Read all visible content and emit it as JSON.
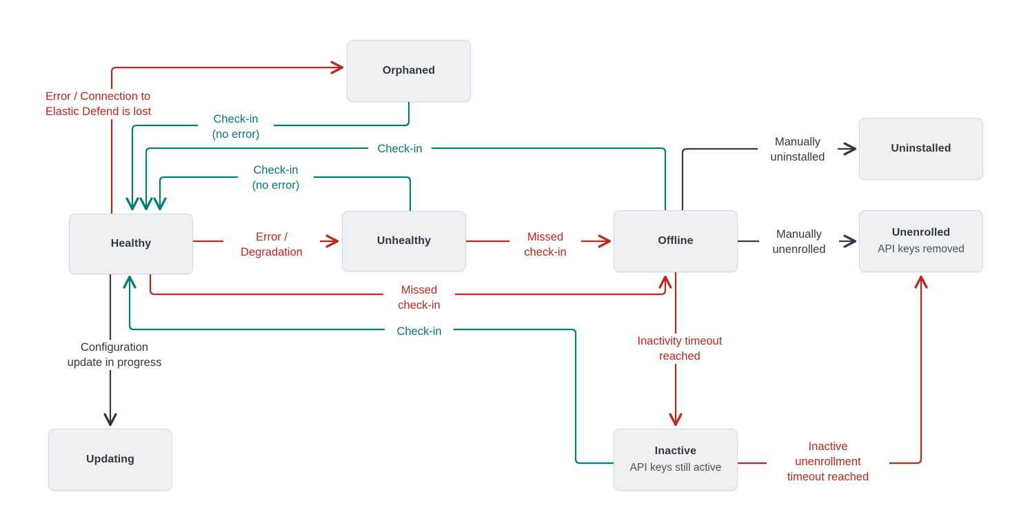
{
  "diagram": {
    "title": "Elastic Agent status state diagram",
    "colors": {
      "red": "#bd271e",
      "green": "#017d73",
      "black": "#343741",
      "node_fill": "#eef0f1",
      "node_border": "#d3dae6",
      "background": "#ffffff"
    },
    "nodes": [
      {
        "id": "orphaned",
        "title": "Orphaned",
        "subtitle": ""
      },
      {
        "id": "healthy",
        "title": "Healthy",
        "subtitle": ""
      },
      {
        "id": "unhealthy",
        "title": "Unhealthy",
        "subtitle": ""
      },
      {
        "id": "offline",
        "title": "Offline",
        "subtitle": ""
      },
      {
        "id": "uninstalled",
        "title": "Uninstalled",
        "subtitle": ""
      },
      {
        "id": "unenrolled",
        "title": "Unenrolled",
        "subtitle": "API keys removed"
      },
      {
        "id": "inactive",
        "title": "Inactive",
        "subtitle": "API keys still active"
      },
      {
        "id": "updating",
        "title": "Updating",
        "subtitle": ""
      }
    ],
    "edge_labels": [
      {
        "id": "error-connection-lost",
        "text": "Error / Connection to\nElastic Defend is lost",
        "color": "red",
        "from": "healthy",
        "to": "orphaned"
      },
      {
        "id": "checkin-no-error-orphaned",
        "text": "Check-in\n(no error)",
        "color": "green",
        "from": "orphaned",
        "to": "healthy"
      },
      {
        "id": "checkin-offline",
        "text": "Check-in",
        "color": "green",
        "from": "offline",
        "to": "healthy"
      },
      {
        "id": "checkin-no-error-unhealthy",
        "text": "Check-in\n(no error)",
        "color": "green",
        "from": "unhealthy",
        "to": "healthy"
      },
      {
        "id": "error-degradation",
        "text": "Error /\nDegradation",
        "color": "red",
        "from": "healthy",
        "to": "unhealthy"
      },
      {
        "id": "missed-checkin-unhealthy",
        "text": "Missed\ncheck-in",
        "color": "red",
        "from": "unhealthy",
        "to": "offline"
      },
      {
        "id": "missed-checkin-healthy",
        "text": "Missed\ncheck-in",
        "color": "red",
        "from": "healthy",
        "to": "offline"
      },
      {
        "id": "checkin-inactive",
        "text": "Check-in",
        "color": "green",
        "from": "inactive",
        "to": "healthy"
      },
      {
        "id": "manually-uninstalled",
        "text": "Manually\nuninstalled",
        "color": "black",
        "from": "offline",
        "to": "uninstalled"
      },
      {
        "id": "manually-unenrolled",
        "text": "Manually\nunenrolled",
        "color": "black",
        "from": "offline",
        "to": "unenrolled"
      },
      {
        "id": "inactivity-timeout",
        "text": "Inactivity timeout\nreached",
        "color": "red",
        "from": "offline",
        "to": "inactive"
      },
      {
        "id": "inactive-unenrollment",
        "text": "Inactive\nunenrollment\ntimeout reached",
        "color": "red",
        "from": "inactive",
        "to": "unenrolled"
      },
      {
        "id": "configuration-update",
        "text": "Configuration\nupdate in progress",
        "color": "black",
        "from": "healthy",
        "to": "updating"
      }
    ]
  }
}
